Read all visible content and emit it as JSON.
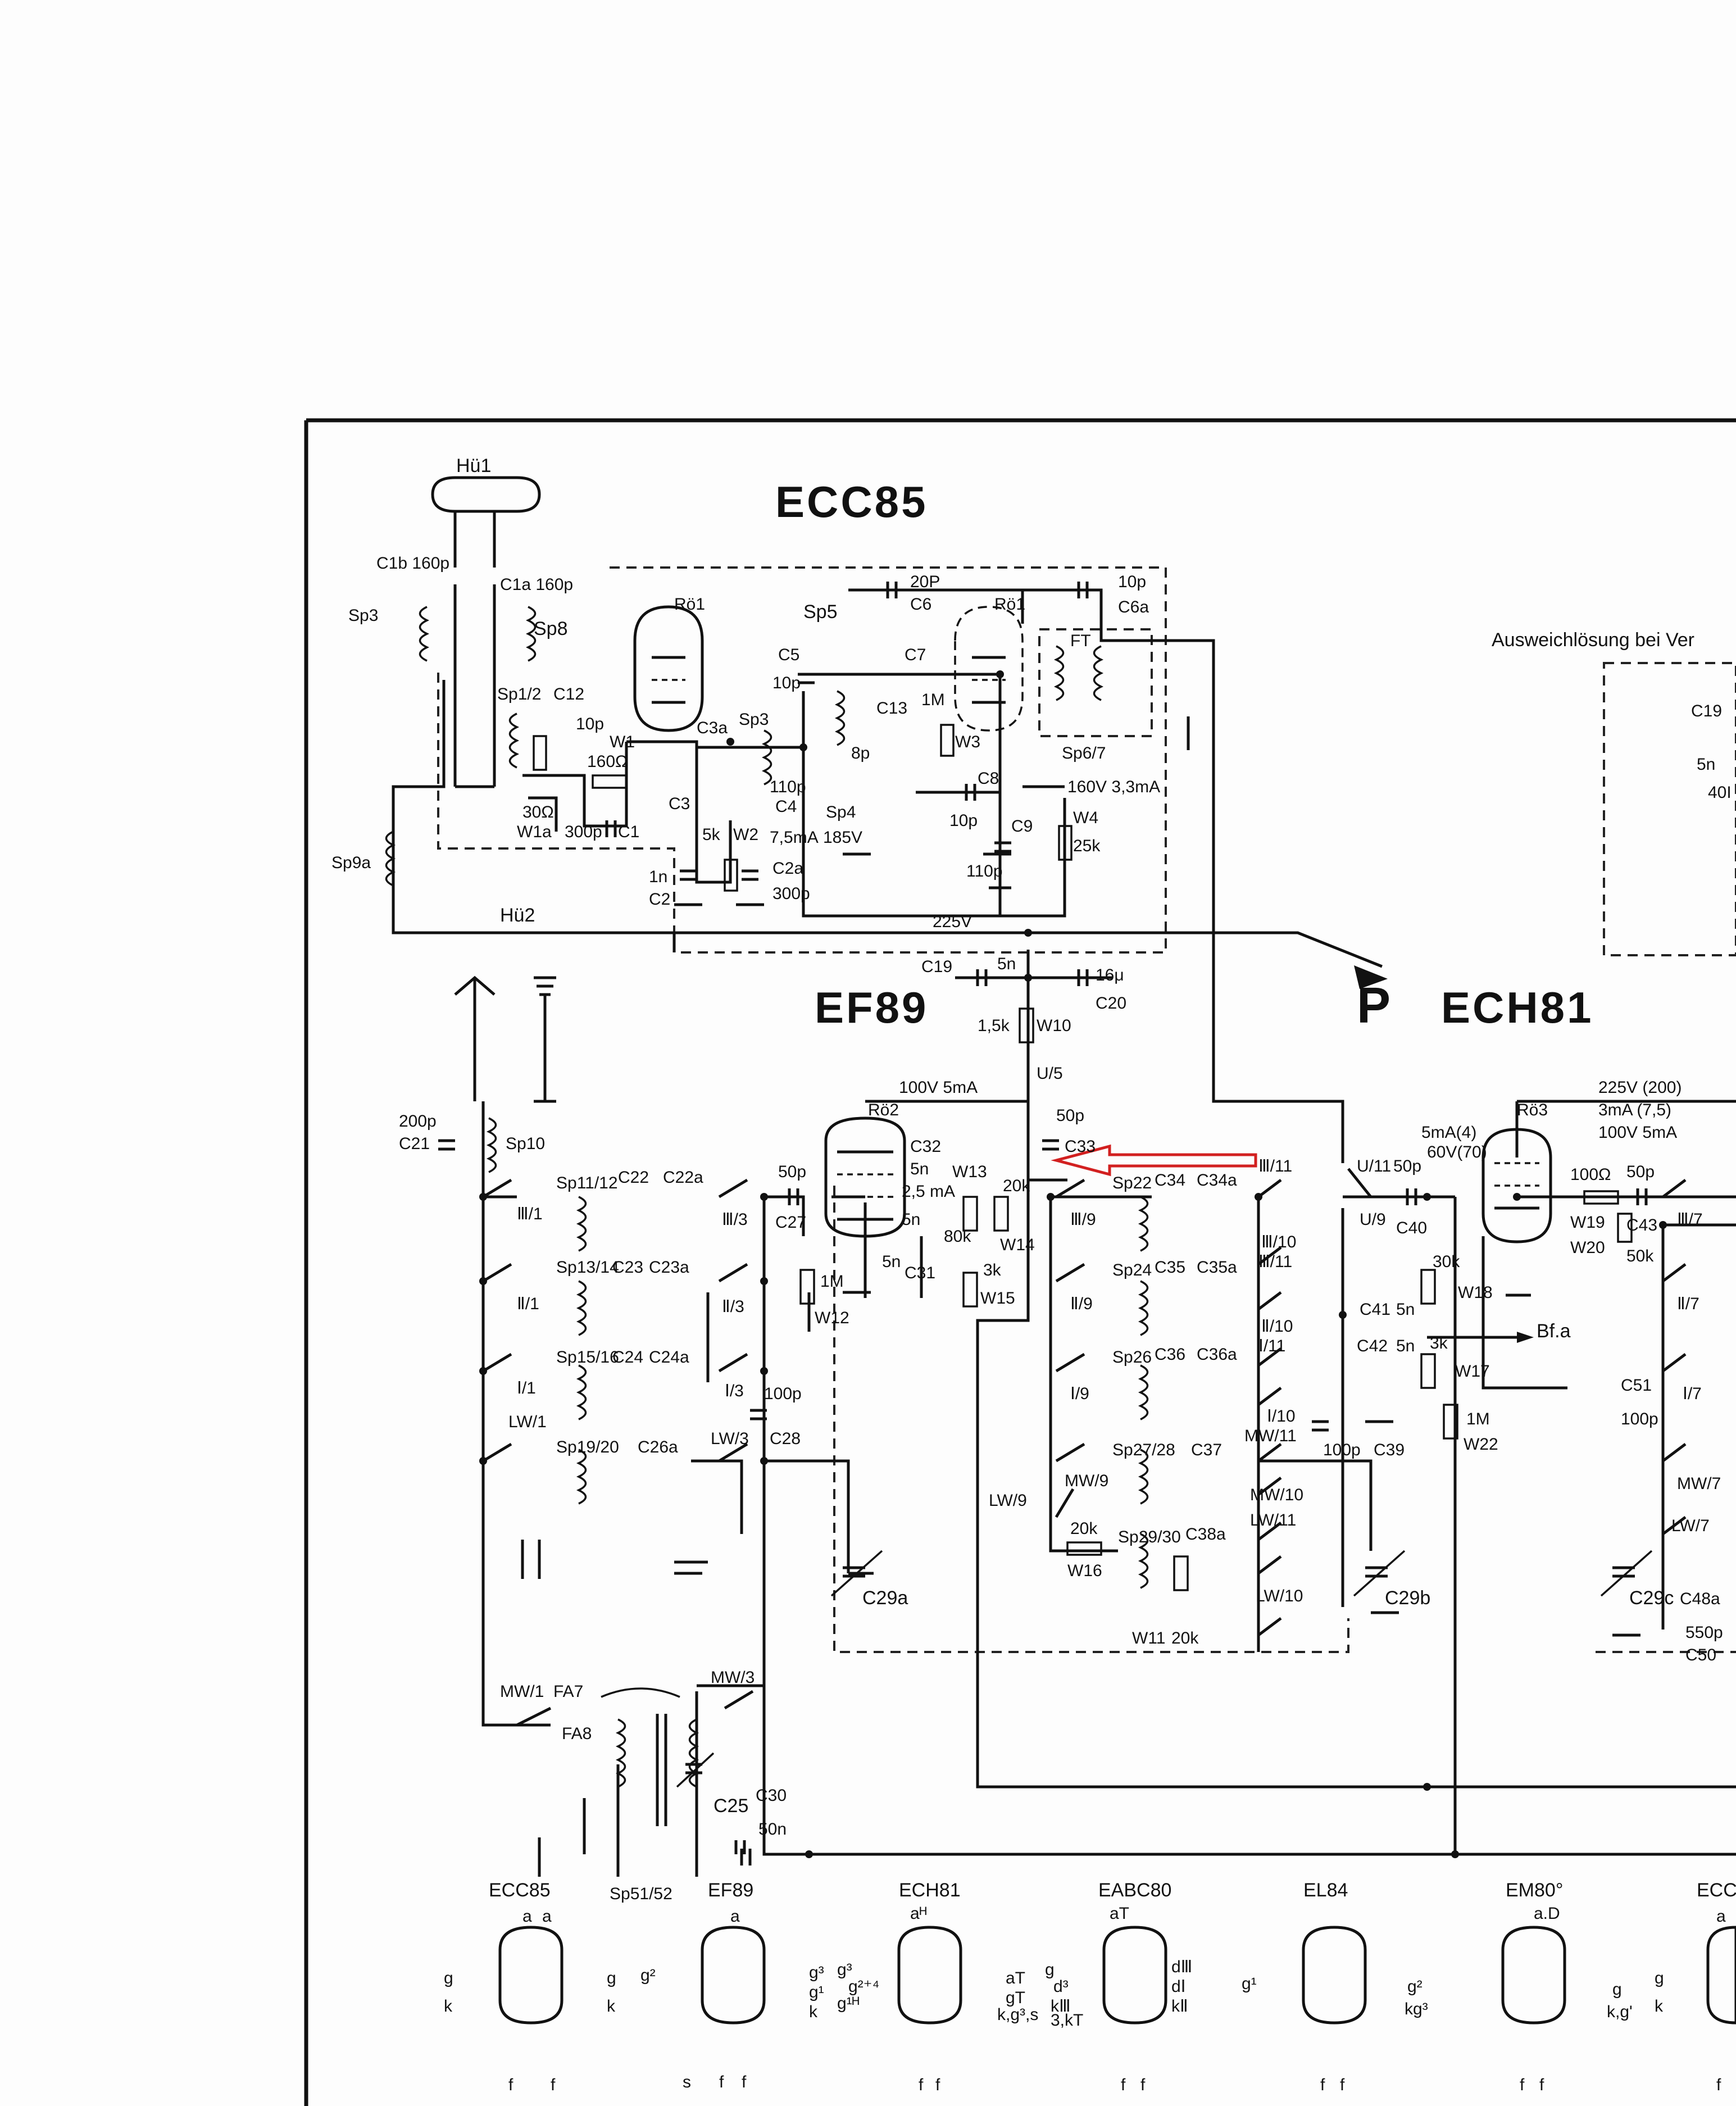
{
  "tubes": {
    "ecc85": "ECC85",
    "ef89": "EF89",
    "ech81": "ECH81",
    "p_arrow": "P"
  },
  "tube_refs": {
    "ro1a": "Rö1",
    "ro1b": "Rö1",
    "ro2": "Rö2",
    "ro3": "Rö3"
  },
  "antenna": {
    "hu1": "Hü1",
    "hu2": "Hü2"
  },
  "alt_solution": {
    "heading": "Ausweichlösung bei Ver",
    "c19": "C19",
    "c19_val": "5n",
    "c19_note": "40I"
  },
  "labels": {
    "c1b": "C1b 160p",
    "c1a": "C1a 160p",
    "sp3left": "Sp3",
    "sp8": "Sp8",
    "sp12": "Sp1/2",
    "c12": "C12",
    "c10p": "10p",
    "w1": "W1",
    "r160": "160Ω",
    "r30": "30Ω",
    "w1a": "W1a",
    "c300p": "300p",
    "c1": "C1",
    "c3": "C3",
    "c3a": "C3a",
    "sp3": "Sp3",
    "c110p_a": "110p",
    "c4": "C4",
    "sp4": "Sp4",
    "ma75": "7,5mA",
    "v185": "185V",
    "sp5": "Sp5",
    "c6val": "20P",
    "c6": "C6",
    "c5": "C5",
    "c5val": "10p",
    "c7": "C7",
    "c8p": "8p",
    "c13": "C13",
    "r1m": "1M",
    "w3": "W3",
    "c8": "C8",
    "c8val": "10p",
    "c9": "C9",
    "c110p_b": "110p",
    "c6aval": "10p",
    "c6a": "C6a",
    "ft": "FT",
    "sp67": "Sp6/7",
    "v160": "160V 3,3mA",
    "w4": "W4",
    "r25k": "25k",
    "r5k": "5k",
    "w2": "W2",
    "c1n": "1n",
    "c2": "C2",
    "c2a": "C2a",
    "c2aval": "300p",
    "v225": "225V",
    "sp9a": "Sp9a",
    "c19": "C19",
    "c5n": "5n",
    "c16u": "16μ",
    "c20": "C20",
    "r15k": "1,5k",
    "w10": "W10",
    "u5": "U/5",
    "c200p": "200p",
    "c21": "C21",
    "sp10": "Sp10",
    "sw_iii1": "Ⅲ/1",
    "sw_ii1": "Ⅱ/1",
    "sw_i1": "Ⅰ/1",
    "sw_lw1": "LW/1",
    "sp1112": "Sp11/12",
    "c22": "C22",
    "c22a": "C22a",
    "sp1314": "Sp13/14",
    "c23": "C23",
    "c23a": "C23a",
    "sp1516": "Sp15/16",
    "c24": "C24",
    "c24a": "C24a",
    "sp1920": "Sp19/20",
    "c26a": "C26a",
    "sw_iii3": "Ⅲ/3",
    "sw_ii3": "Ⅱ/3",
    "sw_i3": "Ⅰ/3",
    "sw_lw3": "LW/3",
    "c50p_a": "50p",
    "c27": "C27",
    "c100p_a": "100p",
    "c28": "C28",
    "r1m_b": "1M",
    "w12": "W12",
    "c29a": "C29a",
    "v100_5ma": "100V 5mA",
    "c32": "C32",
    "c32val": "5n",
    "ma25": "2,5 mA",
    "w13": "W13",
    "c5n_b": "5n",
    "r80k": "80k",
    "r20k": "20k",
    "w14": "W14",
    "c31val": "5n",
    "c31": "C31",
    "r3k": "3k",
    "w15": "W15",
    "c50p_b": "50p",
    "c33": "C33",
    "sp22": "Sp22",
    "c34": "C34",
    "c34a": "C34a",
    "sp24": "Sp24",
    "c35": "C35",
    "c35a": "C35a",
    "sp26": "Sp26",
    "c36": "C36",
    "c36a": "C36a",
    "sp2728": "Sp27/28",
    "c37": "C37",
    "sp2930": "Sp29/30",
    "c38a": "C38a",
    "sw_iii9": "Ⅲ/9",
    "sw_ii9": "Ⅱ/9",
    "sw_i9": "Ⅰ/9",
    "sw_mw9": "MW/9",
    "sw_lw9": "LW/9",
    "r20k_b": "20k",
    "w16": "W16",
    "w11": "W11",
    "r20k_c": "20k",
    "sw_iii11": "Ⅲ/11",
    "sw_iii10": "Ⅲ/10",
    "sw_iii11b": "Ⅲ/11",
    "sw_ii10": "Ⅱ/10",
    "sw_i11": "Ⅰ/11",
    "sw_i10": "Ⅰ/10",
    "sw_mw11": "MW/11",
    "sw_mw10": "MW/10",
    "sw_lw11": "LW/11",
    "sw_lw10": "LW/10",
    "c100p_b": "100p",
    "c39": "C39",
    "c29b": "C29b",
    "u11": "U/11",
    "c50p_c": "50p",
    "u9": "U/9",
    "c40": "C40",
    "ma4": "5mA(4)",
    "v60": "60V(70)",
    "r30k": "30k",
    "w18": "W18",
    "c41": "C41",
    "c41val": "5n",
    "c42": "C42",
    "c42val": "5n",
    "r3k_b": "3k",
    "w17": "W17",
    "bfa": "Bf.a",
    "r1m_c": "1M",
    "w22": "W22",
    "v225_200": "225V (200)",
    "ma3": "3mA (7,5)",
    "v100_5ma_b": "100V 5mA",
    "r100": "100Ω",
    "c50p_d": "50p",
    "w19": "W19",
    "c43": "C43",
    "w20": "W20",
    "r50k": "50k",
    "sw_ii7": "Ⅱ/7",
    "sw_iii7": "Ⅲ/7",
    "sw_i7": "Ⅰ/7",
    "sw_mw7": "MW/7",
    "sw_lw7": "LW/7",
    "c51": "C51",
    "c100p_c": "100p",
    "c29c": "C29c",
    "c48a": "C48a",
    "c550p": "550p",
    "c50": "C50",
    "sw_mw1": "MW/1",
    "fa7": "FA7",
    "fa8": "FA8",
    "sw_mw3": "MW/3",
    "c25": "C25",
    "sp5152": "Sp51/52",
    "c30": "C30",
    "c30val": "50n"
  },
  "pinouts": [
    {
      "name": "ECC85",
      "pins": [
        "g",
        "a",
        "k",
        "a",
        "g",
        "k",
        "f",
        "f"
      ]
    },
    {
      "name": "EF89",
      "pins": [
        "g²",
        "g³",
        "g¹",
        "k",
        "s",
        "f",
        "f",
        "a"
      ]
    },
    {
      "name": "ECH81",
      "pins": [
        "aᴴ",
        "g³",
        "g²⁺⁴",
        "g¹ᴴ",
        "aT",
        "gT",
        "k,g³,s",
        "f",
        "f"
      ]
    },
    {
      "name": "EABC80",
      "pins": [
        "aT",
        "g",
        "d³",
        "kⅢ",
        "3,kT",
        "dⅢ",
        "dⅠ",
        "kⅡ",
        "f",
        "f"
      ]
    },
    {
      "name": "EL84",
      "pins": [
        "g¹",
        "g²",
        "kg³",
        "f",
        "f"
      ]
    },
    {
      "name": "EM80°",
      "pins": [
        "a.D",
        "g",
        "k,g'",
        "f",
        "f"
      ]
    },
    {
      "name": "ECC",
      "pins": [
        "g",
        "k",
        "a",
        "f"
      ]
    }
  ],
  "annotation_color": "#d22020"
}
